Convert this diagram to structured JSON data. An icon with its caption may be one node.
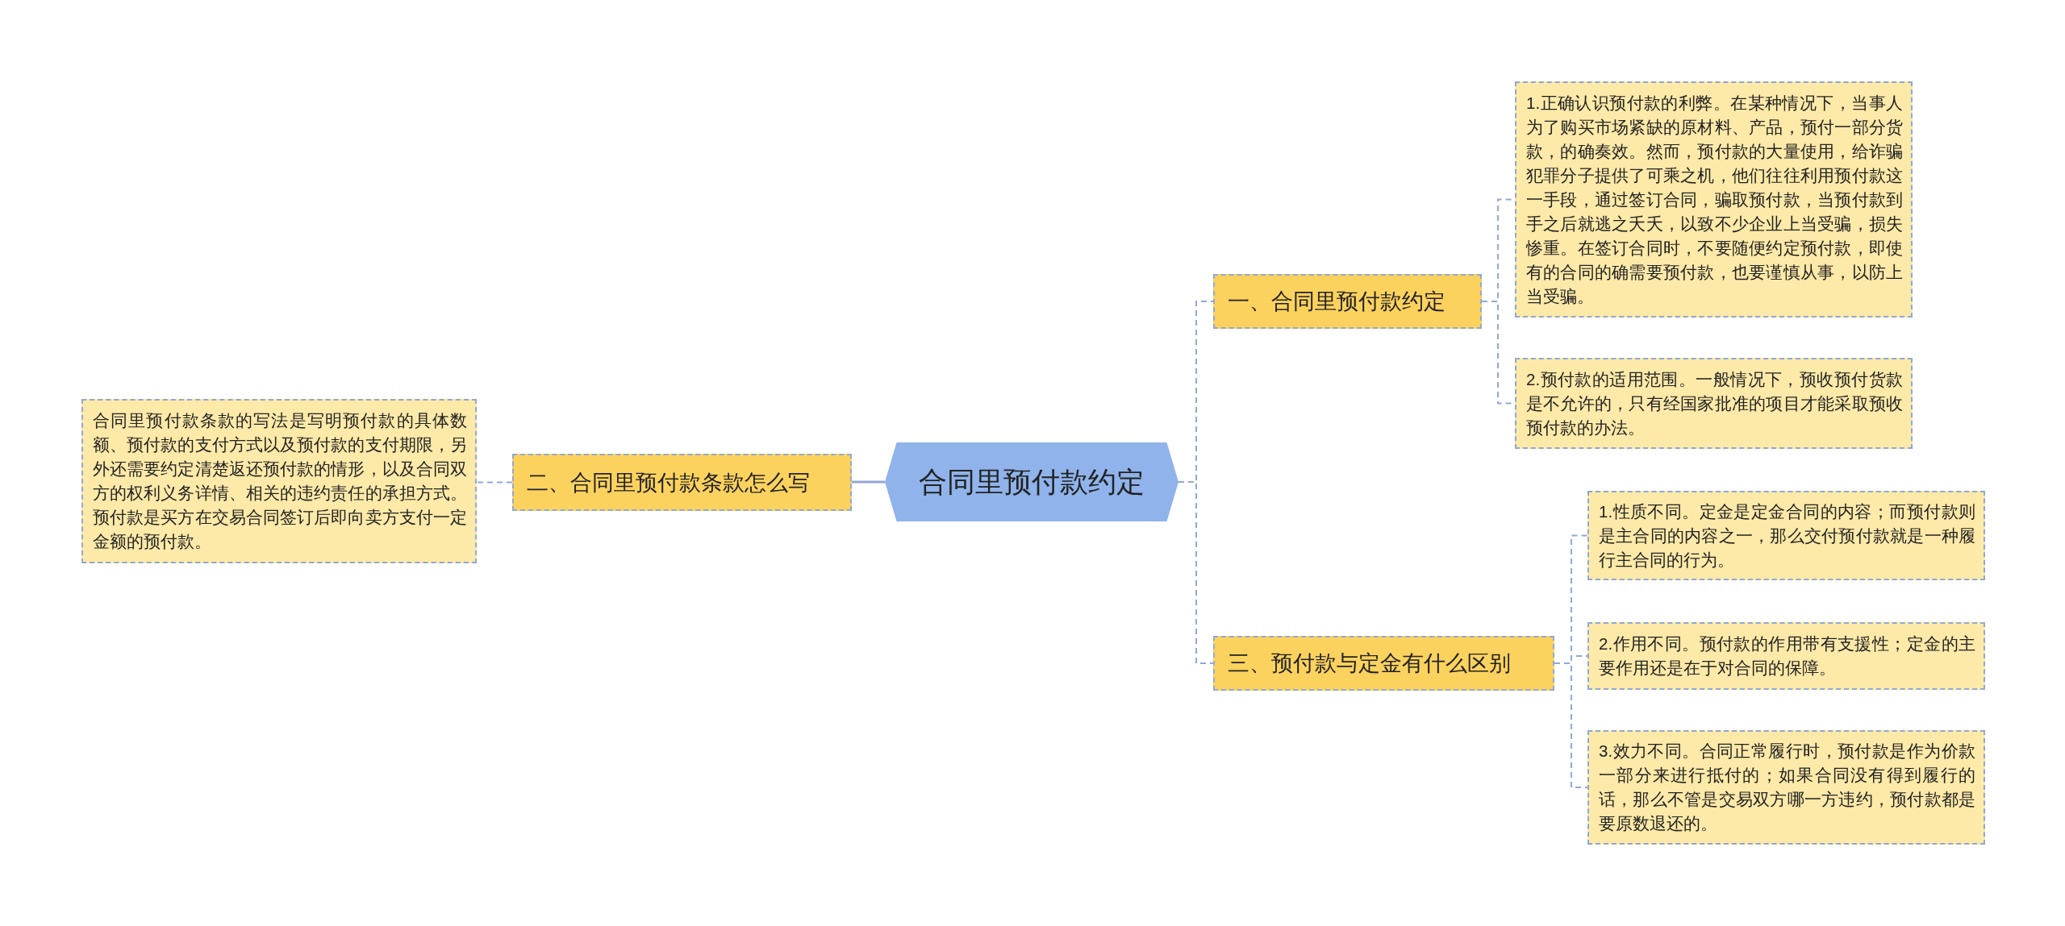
{
  "diagram": {
    "nodes": [
      {
        "text": [
          "合同里预付款约定"
        ]
      },
      {
        "text": [
          "二、合同里预付款条款怎么写"
        ]
      },
      {
        "text": [
          "合同里预付款条款的写法是写明预付款的具体数额、预付款的支付方式以及预付款的支付期限，另外还需要约定清楚返还预付款的情形，以及合同双方的权利义务详情、相关的违约责任的承担方式。预付款是买方在交易合同签订后即向卖方支付一定金额的预付款。"
        ]
      },
      {
        "text": [
          "一、合同里预付款约定"
        ]
      },
      {
        "text": [
          "1.正确认识预付款的利弊。在某种情况下，当事人为了购买市场紧缺的原材料、产品，预付一部分货款，的确奏效。然而，预付款的大量使用，给诈骗犯罪分子提供了可乘之机，他们往往利用预付款这一手段，通过签订合同，骗取预付款，当预付款到手之后就逃之夭夭，以致不少企业上当受骗，损失惨重。在签订合同时，不要随便约定预付款，即使有的合同的确需要预付款，也要谨慎从事，以防上当受骗。"
        ]
      },
      {
        "text": [
          "2.预付款的适用范围。一般情况下，预收预付货款是不允许的，只有经国家批准的项目才能采取预收预付款的办法。"
        ]
      },
      {
        "text": [
          "三、预付款与定金有什么区别"
        ]
      },
      {
        "text": [
          "1.性质不同。定金是定金合同的内容；而预付款则是主合同的内容之一，那么交付预付款就是一种履行主合同的行为。"
        ]
      },
      {
        "text": [
          "2.作用不同。预付款的作用带有支援性；定金的主要作用还是在于对合同的保障。"
        ]
      },
      {
        "text": [
          "3.效力不同。合同正常履行时，预付款是作为价款一部分来进行抵付的；如果合同没有得到履行的话，那么不管是交易双方哪一方违约，预付款都是要原数退还的。"
        ]
      }
    ],
    "edges": [
      {
        "from": 0,
        "to": 1,
        "arrow": "none"
      },
      {
        "from": 1,
        "to": 2,
        "arrow": "none",
        "style": "dashed"
      },
      {
        "from": 0,
        "to": 3,
        "arrow": "none",
        "style": "dashed"
      },
      {
        "from": 3,
        "to": 4,
        "arrow": "none",
        "style": "dashed"
      },
      {
        "from": 3,
        "to": 5,
        "arrow": "none",
        "style": "dashed"
      },
      {
        "from": 0,
        "to": 6,
        "arrow": "none",
        "style": "dashed"
      },
      {
        "from": 6,
        "to": 7,
        "arrow": "none",
        "style": "dashed"
      },
      {
        "from": 6,
        "to": 8,
        "arrow": "none",
        "style": "dashed"
      },
      {
        "from": 6,
        "to": 9,
        "arrow": "none",
        "style": "dashed"
      }
    ]
  }
}
